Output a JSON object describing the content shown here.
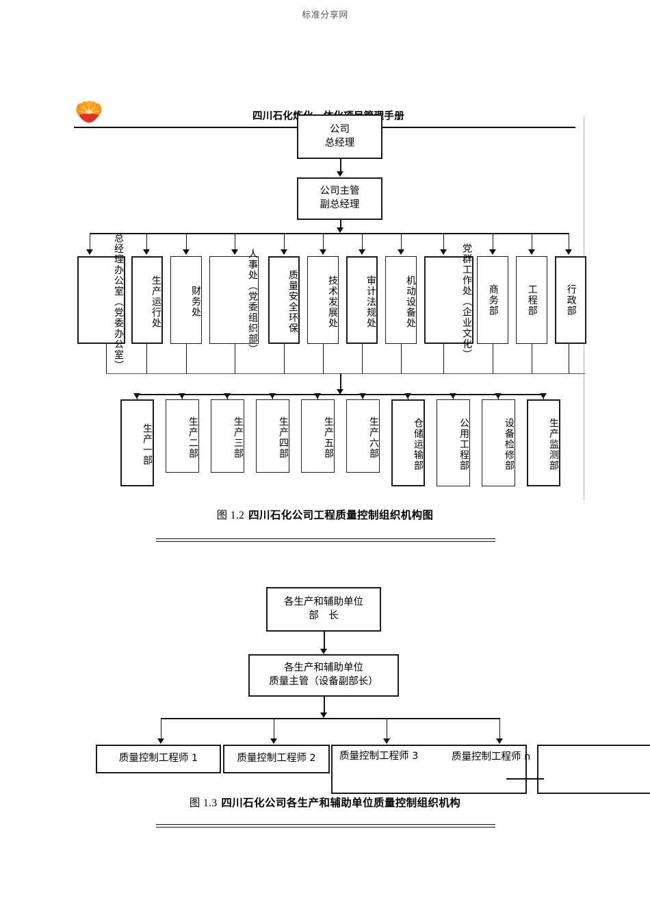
{
  "watermark": "标准分享网",
  "header": {
    "title": "四川石化炼化一体化项目管理手册",
    "logo_name": "petrochina-logo"
  },
  "figure_1_2": {
    "caption_number": "图 1.2",
    "caption_text": "四川石化公司工程质量控制组织机构图",
    "top_box": "公司\n总经理",
    "top_box_line1": "公司",
    "top_box_line2": "总经理",
    "second_box_line1": "公司主管",
    "second_box_line2": "副总经理",
    "departments": [
      "总经理办公室（党委办公室）",
      "生产运行处",
      "财务处",
      "人事处（党委组织部）",
      "质量安全环保",
      "技术发展处",
      "审计法规处",
      "机动设备处",
      "党群工作处（企业文化）",
      "商务部",
      "工程部",
      "行政部"
    ],
    "production_units": [
      "生产一部",
      "生产二部",
      "生产三部",
      "生产四部",
      "生产五部",
      "生产六部",
      "仓储运输部",
      "公用工程部",
      "设备检修部",
      "生产监测部"
    ]
  },
  "figure_1_3": {
    "caption_number": "图 1.3",
    "caption_text": "四川石化公司各生产和辅助单位质量控制组织机构",
    "top_box_line1": "各生产和辅助单位",
    "top_box_line2": "部　长",
    "second_box_line1": "各生产和辅助单位",
    "second_box_line2": "质量主管（设备副部长）",
    "engineers": [
      "质量控制工程师 1",
      "质量控制工程师 2",
      "质量控制工程师 3",
      "质量控制工程师 n"
    ]
  },
  "colors": {
    "line": "#111111",
    "margin_guide": "#e09aa8",
    "logo_outer": "#f5a11b",
    "logo_inner": "#e8352a",
    "watermark_text": "#5a5a5a"
  }
}
